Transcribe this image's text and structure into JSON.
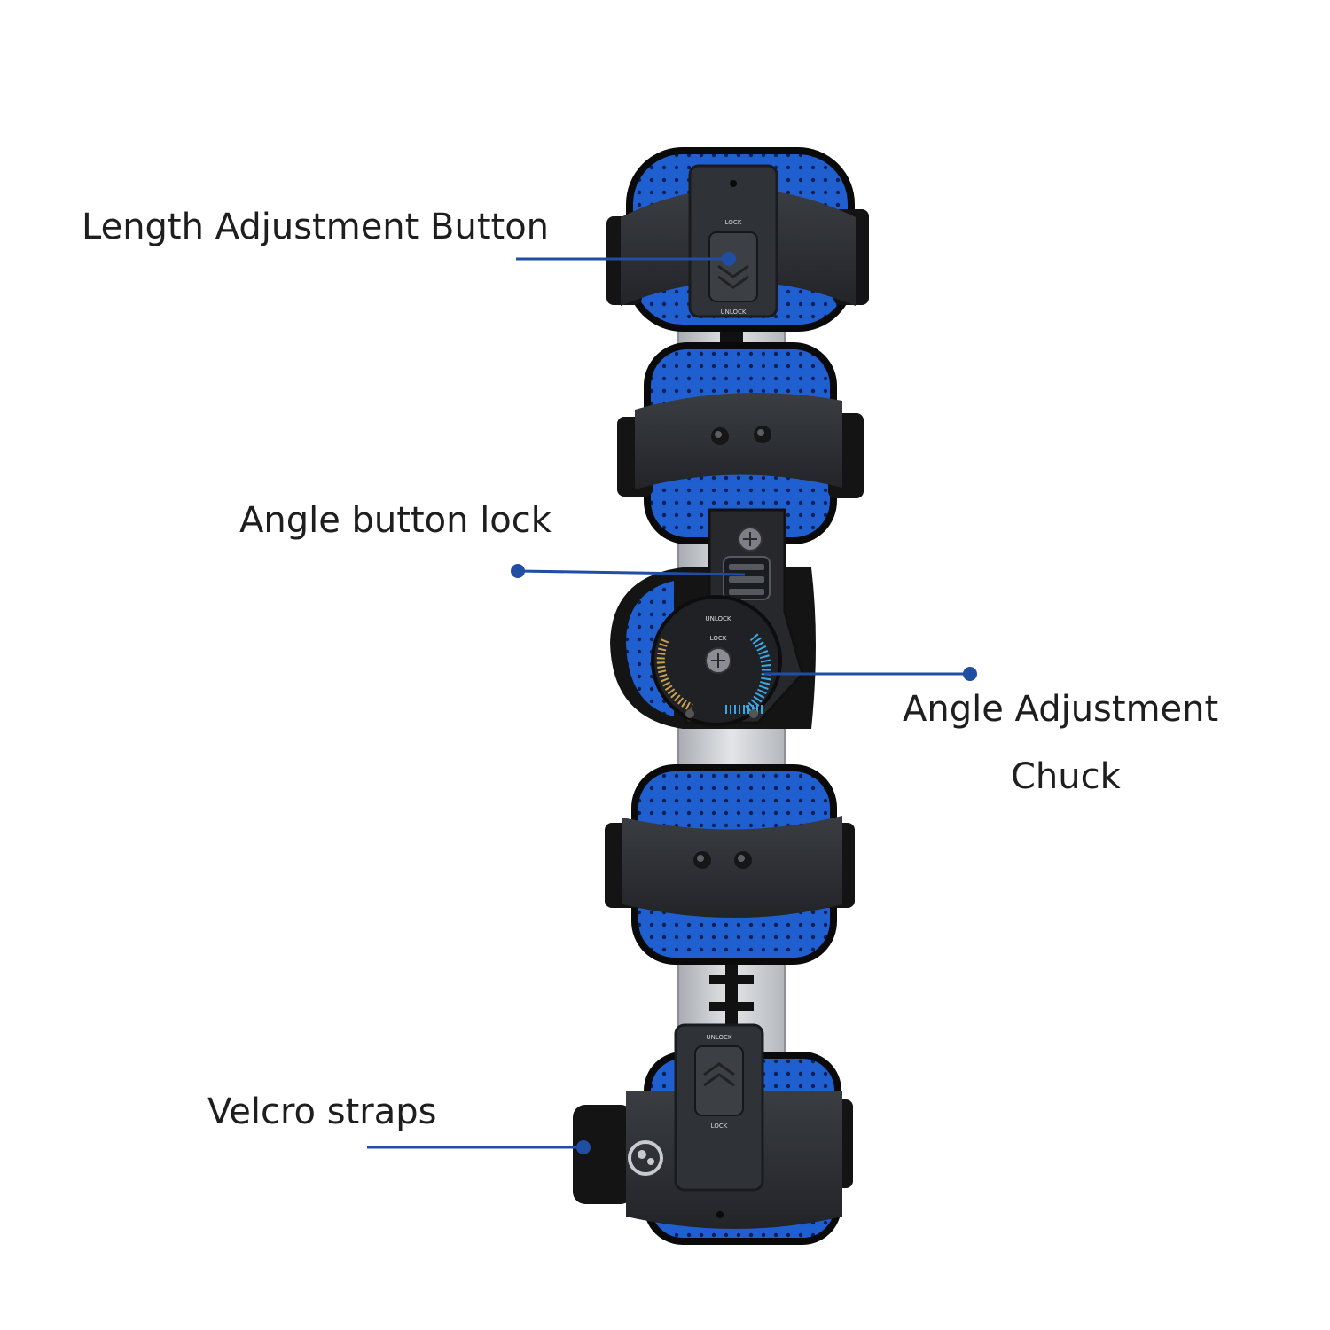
{
  "colors": {
    "background": "#ffffff",
    "leader": "#1f4ea3",
    "foam_blue": "#1f5fd0",
    "shell_black": "#2a2c30",
    "strap_black": "#111111",
    "bar_silver": "#c9ccd0"
  },
  "callouts": {
    "length_button": "Length Adjustment Button",
    "angle_lock": "Angle button lock",
    "chuck_line1": "Angle Adjustment",
    "chuck_line2": "Chuck",
    "velcro": "Velcro straps"
  },
  "device_marks": {
    "lock_top": "LOCK",
    "unlock_top": "UNLOCK",
    "unlock_bottom": "UNLOCK",
    "lock_bottom": "LOCK",
    "dial_top": "UNLOCK",
    "dial_bottom": "LOCK"
  }
}
